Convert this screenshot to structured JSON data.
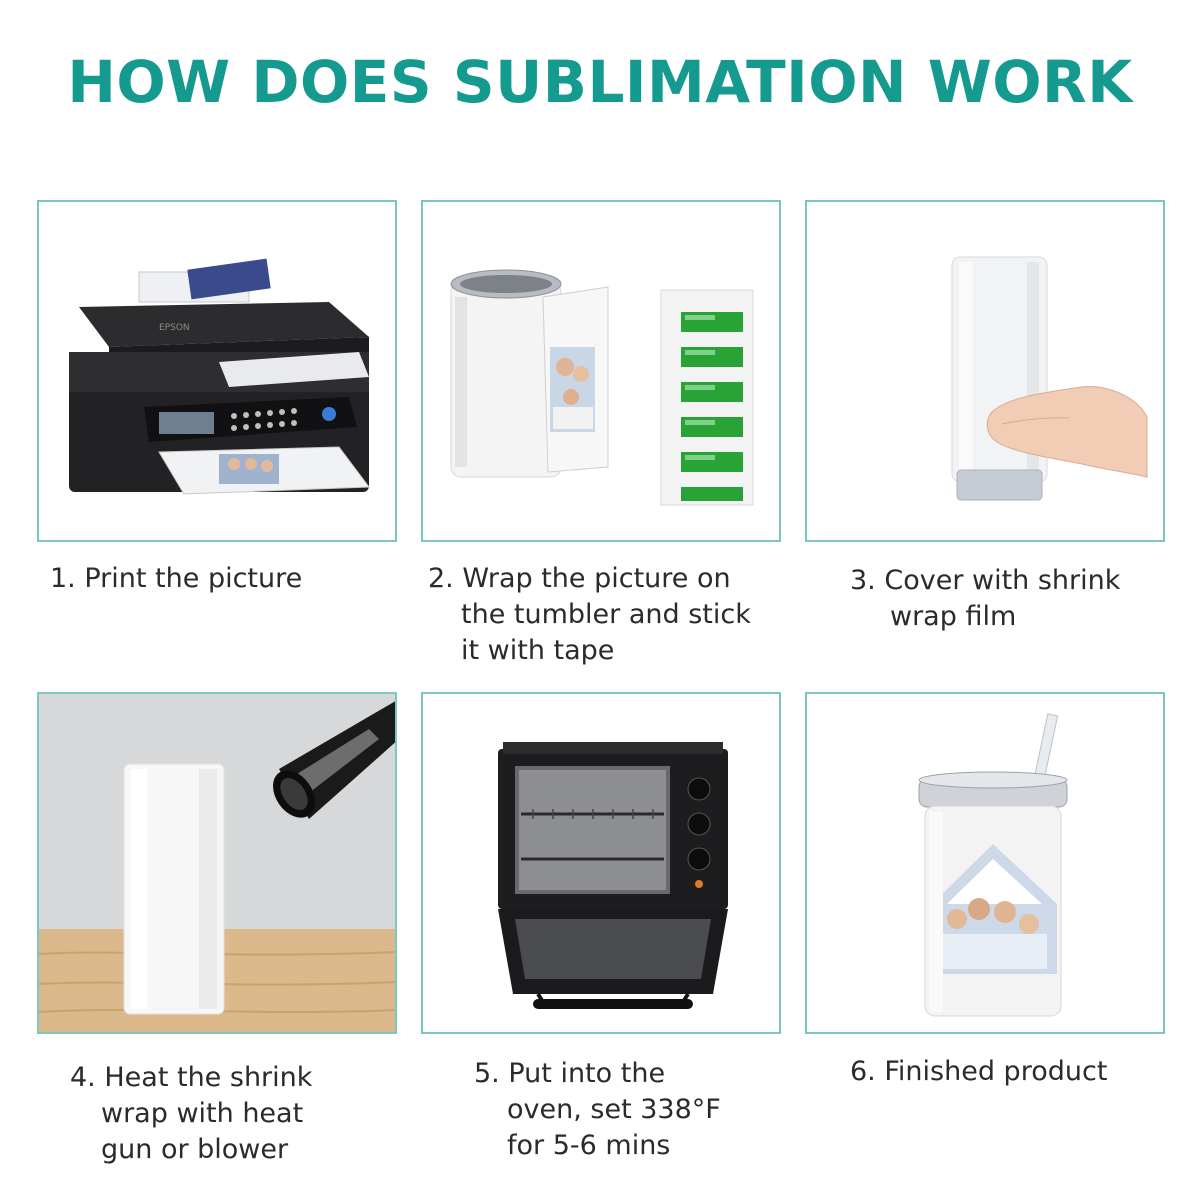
{
  "title": "HOW DOES SUBLIMATION WORK",
  "colors": {
    "title": "#149a8e",
    "border": "#7cc7c1",
    "text": "#2b2b2b",
    "tape": "#2aa336"
  },
  "printer_brand": "EPSON",
  "steps": [
    {
      "number": "1.",
      "lines": [
        "Print the picture"
      ],
      "image": "printer-image"
    },
    {
      "number": "2.",
      "lines": [
        "Wrap the picture on",
        "the tumbler and stick",
        "it with tape"
      ],
      "image": "tumbler-tape-image"
    },
    {
      "number": "3.",
      "lines": [
        "Cover with shrink",
        "wrap film"
      ],
      "image": "shrink-wrap-image"
    },
    {
      "number": "4.",
      "lines": [
        "Heat the shrink",
        "wrap with heat",
        "gun or blower"
      ],
      "image": "heat-gun-image"
    },
    {
      "number": "5.",
      "lines": [
        "Put into the",
        "oven, set 338°F",
        "for 5-6 mins"
      ],
      "image": "oven-image"
    },
    {
      "number": "6.",
      "lines": [
        "Finished product"
      ],
      "image": "finished-tumbler-image"
    }
  ]
}
